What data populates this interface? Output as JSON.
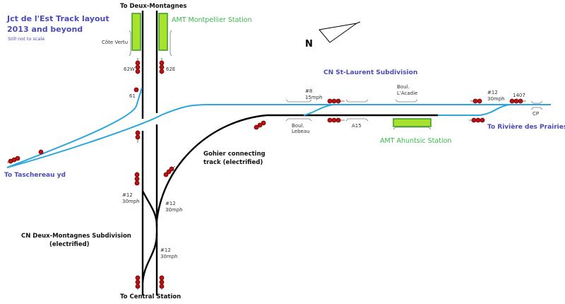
{
  "title": {
    "line1": "Jct de l'Est Track layout",
    "line2": "2013 and beyond",
    "subtitle": "Still not to scale"
  },
  "directions": {
    "north_label": "To Deux-Montagnes",
    "south_label": "To Central Station",
    "west_label": "To Taschereau yd",
    "east_label": "To Rivière des Prairies"
  },
  "compass": {
    "label": "N"
  },
  "subdivisions": {
    "st_laurent": "CN St-Laurent Subdivision",
    "deux_montagnes_1": "CN Deux-Montagnes Subdivision",
    "deux_montagnes_2": "(electrified)",
    "gohier_1": "Gohier connecting",
    "gohier_2": "track (electrified)"
  },
  "stations": {
    "montpellier": "AMT Montpellier Station",
    "ahuntsic": "AMT Ahuntsic Station"
  },
  "crossings": {
    "cote_vertu": "Côte Vertu",
    "lebeau_1": "Boul.",
    "lebeau_2": "Lebeau",
    "acadie_1": "Boul.",
    "acadie_2": "L'Acadie",
    "a15": "A15",
    "cp": "CP"
  },
  "signals": {
    "s62w": "62W",
    "s62e": "62E",
    "s61": "61",
    "s1407": "1407"
  },
  "switches": {
    "sw8_1": "#8",
    "sw8_2": "15mph",
    "sw12a_1": "#12",
    "sw12a_2": "30mph",
    "sw12b_1": "#12",
    "sw12b_2": "30mph",
    "sw12c_1": "#12",
    "sw12c_2": "30mph",
    "sw12d_1": "#12",
    "sw12d_2": "30mph"
  },
  "colors": {
    "electrified_track": "#000000",
    "non_electrified_track": "#2aa6dc",
    "signal": "#b81414",
    "platform": "#a6e22e"
  }
}
